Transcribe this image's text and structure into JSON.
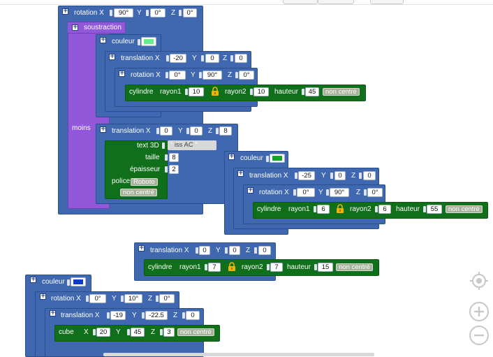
{
  "colors": {
    "block_blue": "#3f68b0",
    "block_purple": "#9159d9",
    "block_green": "#0f6f1a",
    "swatch_light_green": "#66ee88",
    "swatch_green": "#14a428",
    "swatch_blue": "#0b3cc7",
    "lock": "#f0b400"
  },
  "icons": [
    "plus-square-icon",
    "lock-icon",
    "recenter-icon",
    "zoom-in-icon",
    "zoom-out-icon"
  ],
  "rotation1": {
    "label": "rotation X",
    "x": "90°",
    "ylabel": "Y",
    "y": "0°",
    "zlabel": "Z",
    "z": "0°"
  },
  "difference": {
    "label": "soustraction",
    "minus_label": "moins"
  },
  "color1": {
    "label": "couleur"
  },
  "translation1": {
    "label": "translation X",
    "x": "-20",
    "ylabel": "Y",
    "y": "0",
    "zlabel": "Z",
    "z": "0"
  },
  "rotation2": {
    "label": "rotation X",
    "x": "0°",
    "ylabel": "Y",
    "y": "90°",
    "zlabel": "Z",
    "z": "0°"
  },
  "cylinder1": {
    "label": "cylindre",
    "r1_label": "rayon1",
    "r1": "10",
    "r2_label": "rayon2",
    "r2": "10",
    "h_label": "hauteur",
    "h": "45",
    "center": "non centré"
  },
  "translation2": {
    "label": "translation X",
    "x": "0",
    "ylabel": "Y",
    "y": "0",
    "zlabel": "Z",
    "z": "8"
  },
  "text3d": {
    "label": "text 3D",
    "value": "iss AC",
    "quote_open": "“",
    "quote_close": "”",
    "size_label": "taille",
    "size": "8",
    "thickness_label": "épaisseur",
    "thickness": "2",
    "font_label": "police",
    "font": "Roboto",
    "center": "non centré"
  },
  "color2": {
    "label": "couleur"
  },
  "translation3": {
    "label": "translation X",
    "x": "-25",
    "ylabel": "Y",
    "y": "0",
    "zlabel": "Z",
    "z": "0"
  },
  "rotation3": {
    "label": "rotation X",
    "x": "0°",
    "ylabel": "Y",
    "y": "90°",
    "zlabel": "Z",
    "z": "0°"
  },
  "cylinder2": {
    "label": "cylindre",
    "r1_label": "rayon1",
    "r1": "6",
    "r2_label": "rayon2",
    "r2": "6",
    "h_label": "hauteur",
    "h": "55",
    "center": "non centré"
  },
  "translation4": {
    "label": "translation X",
    "x": "0",
    "ylabel": "Y",
    "y": "0",
    "zlabel": "Z",
    "z": "0"
  },
  "cylinder3": {
    "label": "cylindre",
    "r1_label": "rayon1",
    "r1": "7",
    "r2_label": "rayon2",
    "r2": "7",
    "h_label": "hauteur",
    "h": "15",
    "center": "non centré"
  },
  "color3": {
    "label": "couleur"
  },
  "rotation4": {
    "label": "rotation X",
    "x": "0°",
    "ylabel": "Y",
    "y": "10°",
    "zlabel": "Z",
    "z": "0°"
  },
  "translation5": {
    "label": "translation X",
    "x": "-19",
    "ylabel": "Y",
    "y": "-22.5",
    "zlabel": "Z",
    "z": "0"
  },
  "cube1": {
    "label": "cube",
    "xlabel": "X",
    "x": "20",
    "ylabel": "Y",
    "y": "45",
    "zlabel": "Z",
    "z": "3",
    "center": "non centré"
  }
}
